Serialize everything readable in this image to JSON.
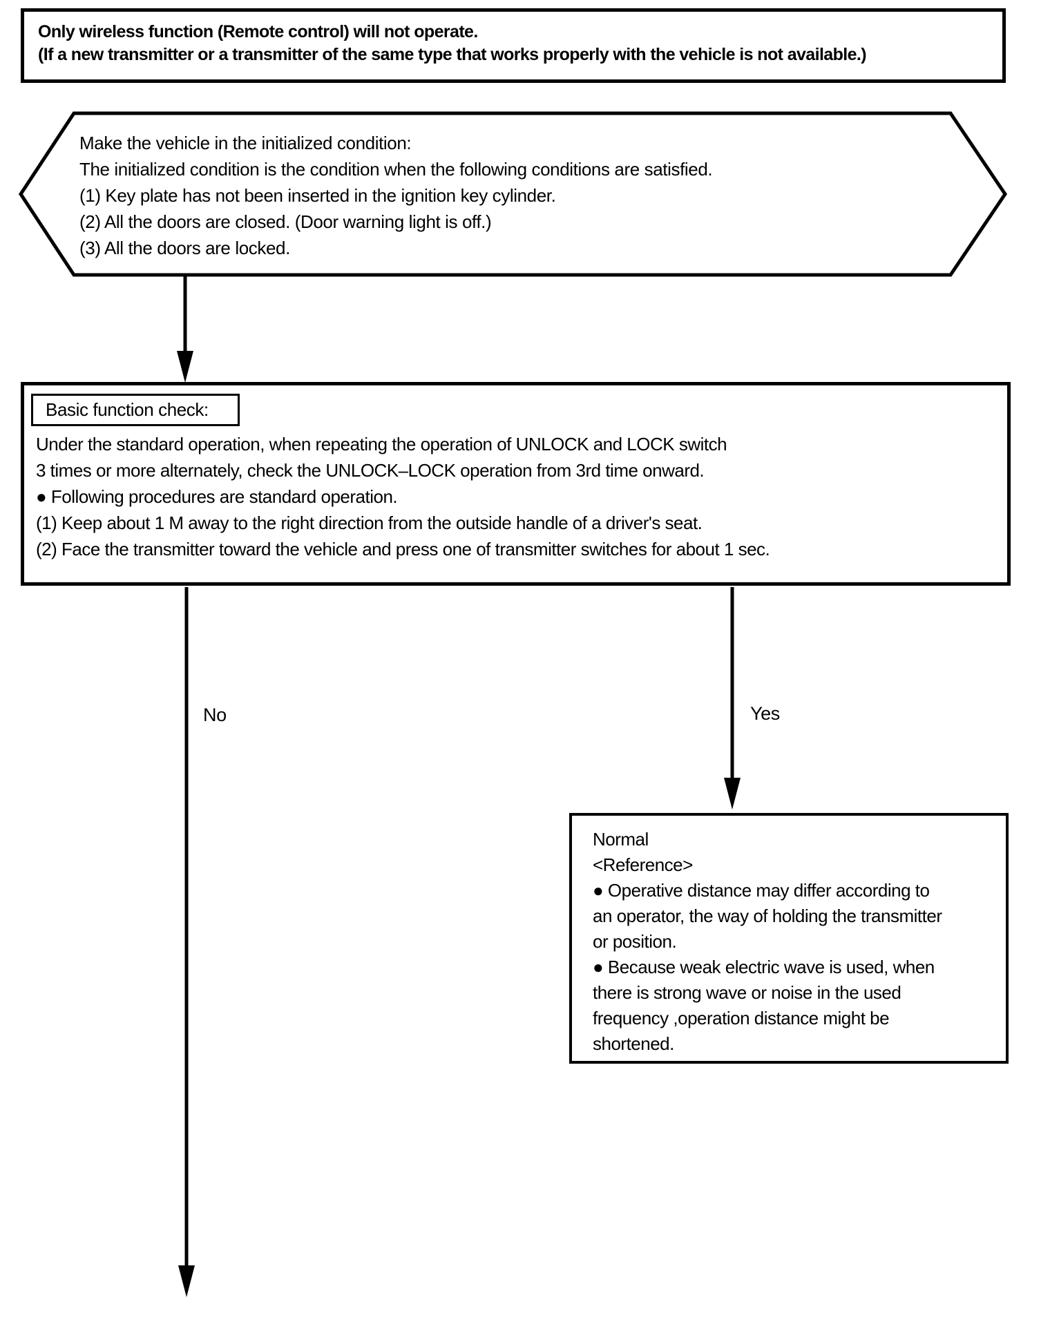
{
  "colors": {
    "ink": "#000000",
    "paper": "#ffffff"
  },
  "title_box": {
    "lines": [
      "Only wireless function (Remote control) will not operate.",
      "(If a new transmitter or a transmitter of the same type that works properly with the vehicle is not available.)"
    ]
  },
  "init_hexagon": {
    "lines": [
      "Make the vehicle in the initialized condition:",
      "The initialized condition is the condition when the following conditions are satisfied.",
      "(1) Key plate has not been inserted in the ignition key cylinder.",
      "(2) All the doors are closed. (Door warning light is off.)",
      "(3) All the doors are locked."
    ]
  },
  "basic_check": {
    "label": "Basic function check:",
    "lines": [
      "Under the standard operation, when repeating the operation of UNLOCK and LOCK switch",
      "3 times or more alternately, check the UNLOCK–LOCK operation from 3rd time onward.",
      "● Following procedures are standard operation.",
      "(1) Keep about 1 M away to the right direction from the outside handle of a driver's seat.",
      "(2) Face the transmitter toward the vehicle and press one of transmitter switches for about 1 sec."
    ]
  },
  "branches": {
    "no_label": "No",
    "yes_label": "Yes"
  },
  "normal_box": {
    "lines": [
      "Normal",
      "<Reference>",
      "● Operative distance may differ according to",
      "an operator, the way of holding the transmitter",
      "or position.",
      "● Because weak electric wave is used, when",
      "there is strong wave or noise in the used",
      "frequency ,operation distance might be",
      "shortened."
    ]
  }
}
